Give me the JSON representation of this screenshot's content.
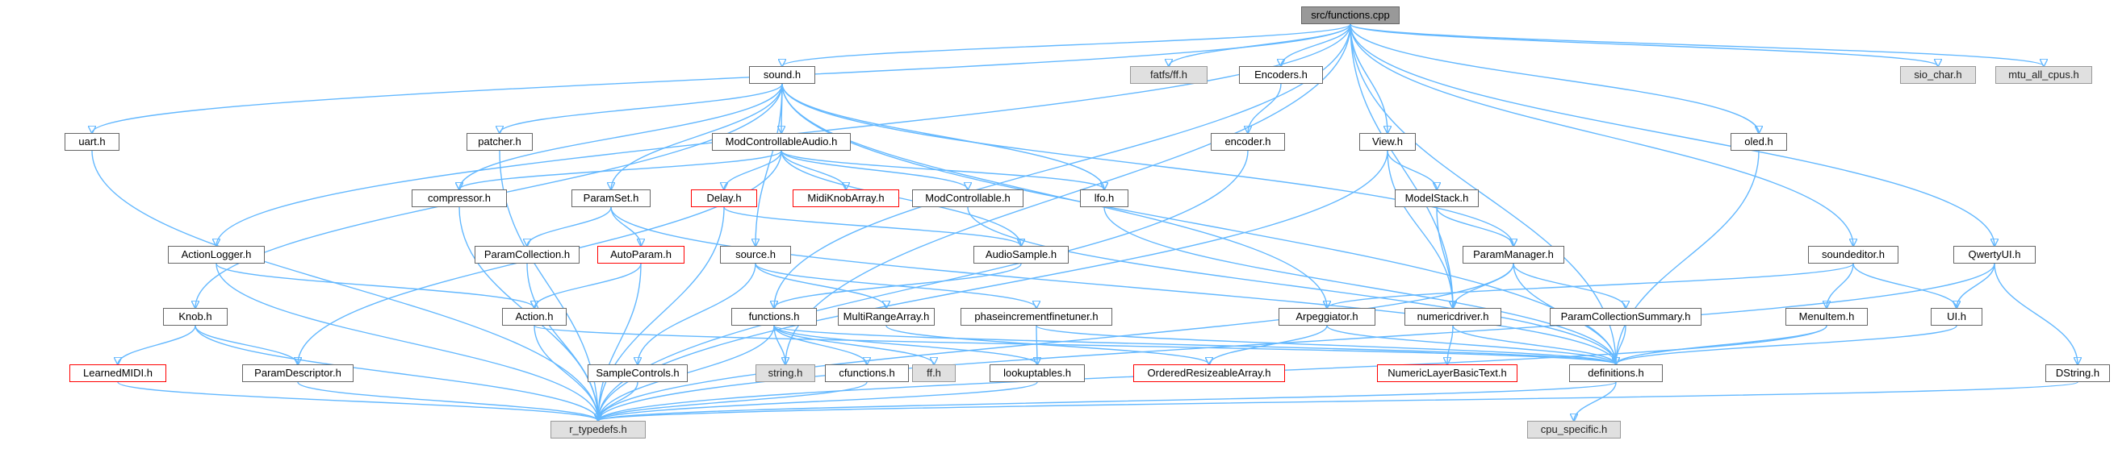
{
  "colors": {
    "edge": "#63b8ff",
    "root_fill": "#999999",
    "ext_fill": "#e0e0e0",
    "warn_border": "#ff0000",
    "node_border": "#666666"
  },
  "nodes": [
    {
      "id": "root",
      "label": "src/functions.cpp",
      "kind": "root"
    },
    {
      "id": "uart",
      "label": "uart.h"
    },
    {
      "id": "sound",
      "label": "sound.h"
    },
    {
      "id": "fatfs",
      "label": "fatfs/ff.h",
      "kind": "ext"
    },
    {
      "id": "encoders",
      "label": "Encoders.h"
    },
    {
      "id": "siochar",
      "label": "sio_char.h",
      "kind": "ext"
    },
    {
      "id": "mtu",
      "label": "mtu_all_cpus.h",
      "kind": "ext"
    },
    {
      "id": "patcher",
      "label": "patcher.h"
    },
    {
      "id": "mca",
      "label": "ModControllableAudio.h"
    },
    {
      "id": "encoder",
      "label": "encoder.h"
    },
    {
      "id": "view",
      "label": "View.h"
    },
    {
      "id": "oled",
      "label": "oled.h"
    },
    {
      "id": "compressor",
      "label": "compressor.h"
    },
    {
      "id": "paramset",
      "label": "ParamSet.h"
    },
    {
      "id": "delay",
      "label": "Delay.h",
      "kind": "warn"
    },
    {
      "id": "midiknob",
      "label": "MidiKnobArray.h",
      "kind": "warn"
    },
    {
      "id": "modcontrollable",
      "label": "ModControllable.h"
    },
    {
      "id": "lfo",
      "label": "lfo.h"
    },
    {
      "id": "modelstack",
      "label": "ModelStack.h"
    },
    {
      "id": "actionlogger",
      "label": "ActionLogger.h"
    },
    {
      "id": "paramcollection",
      "label": "ParamCollection.h"
    },
    {
      "id": "autoparam",
      "label": "AutoParam.h",
      "kind": "warn"
    },
    {
      "id": "source",
      "label": "source.h"
    },
    {
      "id": "audiosample",
      "label": "AudioSample.h"
    },
    {
      "id": "parammanager",
      "label": "ParamManager.h"
    },
    {
      "id": "soundeditor",
      "label": "soundeditor.h"
    },
    {
      "id": "qwertyui",
      "label": "QwertyUI.h"
    },
    {
      "id": "knob",
      "label": "Knob.h"
    },
    {
      "id": "action",
      "label": "Action.h"
    },
    {
      "id": "functions",
      "label": "functions.h"
    },
    {
      "id": "multirange",
      "label": "MultiRangeArray.h"
    },
    {
      "id": "phaseinc",
      "label": "phaseincrementfinetuner.h"
    },
    {
      "id": "arpeggiator",
      "label": "Arpeggiator.h"
    },
    {
      "id": "numericdriver",
      "label": "numericdriver.h"
    },
    {
      "id": "pcsummary",
      "label": "ParamCollectionSummary.h"
    },
    {
      "id": "menuitem",
      "label": "MenuItem.h"
    },
    {
      "id": "uih",
      "label": "UI.h"
    },
    {
      "id": "learnedmidi",
      "label": "LearnedMIDI.h",
      "kind": "warn"
    },
    {
      "id": "paramdesc",
      "label": "ParamDescriptor.h"
    },
    {
      "id": "samplecontrols",
      "label": "SampleControls.h"
    },
    {
      "id": "stringh",
      "label": "string.h",
      "kind": "ext"
    },
    {
      "id": "cfunctions",
      "label": "cfunctions.h"
    },
    {
      "id": "ffh",
      "label": "ff.h",
      "kind": "ext"
    },
    {
      "id": "lookuptables",
      "label": "lookuptables.h"
    },
    {
      "id": "ora",
      "label": "OrderedResizeableArray.h",
      "kind": "warn"
    },
    {
      "id": "nlbt",
      "label": "NumericLayerBasicText.h",
      "kind": "warn"
    },
    {
      "id": "definitions",
      "label": "definitions.h"
    },
    {
      "id": "dstring",
      "label": "DString.h"
    },
    {
      "id": "rtypedefs",
      "label": "r_typedefs.h",
      "kind": "ext"
    },
    {
      "id": "cpuspecific",
      "label": "cpu_specific.h",
      "kind": "ext"
    }
  ],
  "edges": [
    [
      "root",
      "uart"
    ],
    [
      "root",
      "sound"
    ],
    [
      "root",
      "fatfs"
    ],
    [
      "root",
      "encoders"
    ],
    [
      "root",
      "siochar"
    ],
    [
      "root",
      "mtu"
    ],
    [
      "root",
      "view"
    ],
    [
      "root",
      "oled"
    ],
    [
      "root",
      "actionlogger"
    ],
    [
      "root",
      "soundeditor"
    ],
    [
      "root",
      "qwertyui"
    ],
    [
      "root",
      "numericdriver"
    ],
    [
      "root",
      "definitions"
    ],
    [
      "root",
      "functions"
    ],
    [
      "root",
      "stringh"
    ],
    [
      "uart",
      "rtypedefs"
    ],
    [
      "sound",
      "patcher"
    ],
    [
      "sound",
      "mca"
    ],
    [
      "sound",
      "compressor"
    ],
    [
      "sound",
      "paramset"
    ],
    [
      "sound",
      "lfo"
    ],
    [
      "sound",
      "source"
    ],
    [
      "sound",
      "knob"
    ],
    [
      "sound",
      "parammanager"
    ],
    [
      "sound",
      "arpeggiator"
    ],
    [
      "sound",
      "definitions"
    ],
    [
      "encoders",
      "encoder"
    ],
    [
      "encoder",
      "rtypedefs"
    ],
    [
      "patcher",
      "rtypedefs"
    ],
    [
      "mca",
      "compressor"
    ],
    [
      "mca",
      "delay"
    ],
    [
      "mca",
      "midiknob"
    ],
    [
      "mca",
      "modcontrollable"
    ],
    [
      "mca",
      "lfo"
    ],
    [
      "mca",
      "audiosample"
    ],
    [
      "mca",
      "paramdesc"
    ],
    [
      "view",
      "modelstack"
    ],
    [
      "view",
      "rtypedefs"
    ],
    [
      "view",
      "numericdriver"
    ],
    [
      "oled",
      "definitions"
    ],
    [
      "compressor",
      "rtypedefs"
    ],
    [
      "paramset",
      "paramcollection"
    ],
    [
      "paramset",
      "autoparam"
    ],
    [
      "paramset",
      "definitions"
    ],
    [
      "delay",
      "rtypedefs"
    ],
    [
      "delay",
      "audiosample"
    ],
    [
      "modcontrollable",
      "definitions"
    ],
    [
      "lfo",
      "definitions"
    ],
    [
      "modelstack",
      "parammanager"
    ],
    [
      "modelstack",
      "numericdriver"
    ],
    [
      "actionlogger",
      "action"
    ],
    [
      "actionlogger",
      "rtypedefs"
    ],
    [
      "paramcollection",
      "rtypedefs"
    ],
    [
      "autoparam",
      "action"
    ],
    [
      "autoparam",
      "rtypedefs"
    ],
    [
      "source",
      "multirange"
    ],
    [
      "source",
      "phaseinc"
    ],
    [
      "source",
      "samplecontrols"
    ],
    [
      "audiosample",
      "functions"
    ],
    [
      "parammanager",
      "rtypedefs"
    ],
    [
      "parammanager",
      "numericdriver"
    ],
    [
      "parammanager",
      "pcsummary"
    ],
    [
      "parammanager",
      "definitions"
    ],
    [
      "soundeditor",
      "arpeggiator"
    ],
    [
      "soundeditor",
      "menuitem"
    ],
    [
      "soundeditor",
      "uih"
    ],
    [
      "qwertyui",
      "uih"
    ],
    [
      "qwertyui",
      "dstring"
    ],
    [
      "qwertyui",
      "rtypedefs"
    ],
    [
      "knob",
      "learnedmidi"
    ],
    [
      "knob",
      "paramdesc"
    ],
    [
      "knob",
      "rtypedefs"
    ],
    [
      "action",
      "rtypedefs"
    ],
    [
      "action",
      "definitions"
    ],
    [
      "functions",
      "stringh"
    ],
    [
      "functions",
      "cfunctions"
    ],
    [
      "functions",
      "ffh"
    ],
    [
      "functions",
      "lookuptables"
    ],
    [
      "functions",
      "definitions"
    ],
    [
      "functions",
      "rtypedefs"
    ],
    [
      "multirange",
      "ora"
    ],
    [
      "phaseinc",
      "lookuptables"
    ],
    [
      "phaseinc",
      "definitions"
    ],
    [
      "arpeggiator",
      "ora"
    ],
    [
      "arpeggiator",
      "definitions"
    ],
    [
      "numericdriver",
      "nlbt"
    ],
    [
      "numericdriver",
      "definitions"
    ],
    [
      "pcsummary",
      "definitions"
    ],
    [
      "menuitem",
      "definitions"
    ],
    [
      "menuitem",
      "rtypedefs"
    ],
    [
      "uih",
      "definitions"
    ],
    [
      "learnedmidi",
      "rtypedefs"
    ],
    [
      "paramdesc",
      "rtypedefs"
    ],
    [
      "samplecontrols",
      "rtypedefs"
    ],
    [
      "cfunctions",
      "rtypedefs"
    ],
    [
      "lookuptables",
      "rtypedefs"
    ],
    [
      "definitions",
      "rtypedefs"
    ],
    [
      "definitions",
      "cpuspecific"
    ],
    [
      "dstring",
      "rtypedefs"
    ]
  ]
}
